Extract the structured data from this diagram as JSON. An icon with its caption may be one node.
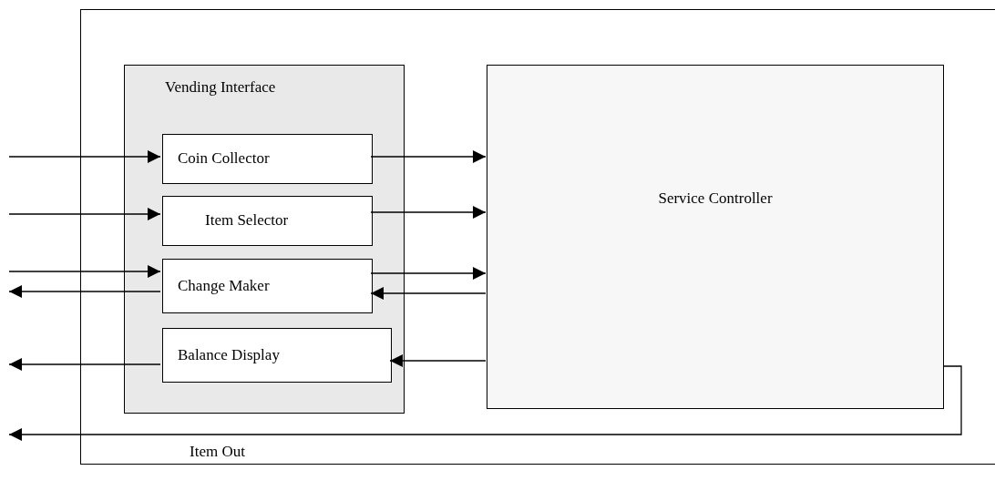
{
  "diagram": {
    "nodes": [
      {
        "text": [],
        "shape": "box"
      },
      {
        "text": [
          "Vending Interface"
        ],
        "in": 0
      },
      {
        "text": [
          "Coin Collector"
        ],
        "in": 1
      },
      {
        "text": [
          "Item Selector"
        ],
        "in": 1
      },
      {
        "text": [
          "Change Maker"
        ],
        "in": 1
      },
      {
        "text": [
          "Balance Display"
        ],
        "in": 1
      },
      {
        "text": [
          "Service Controller"
        ],
        "in": 0
      }
    ],
    "edges": [
      {
        "from": null,
        "to": 2,
        "arrow": "to"
      },
      {
        "from": null,
        "to": 3,
        "arrow": "to"
      },
      {
        "from": null,
        "to": 4,
        "arrow": "to"
      },
      {
        "from": 4,
        "to": null,
        "arrow": "to"
      },
      {
        "from": 5,
        "to": null,
        "arrow": "to"
      },
      {
        "from": 2,
        "to": 6,
        "arrow": "to"
      },
      {
        "from": 3,
        "to": 6,
        "arrow": "to"
      },
      {
        "from": 4,
        "to": 6,
        "arrow": "to"
      },
      {
        "from": 6,
        "to": 4,
        "arrow": "to"
      },
      {
        "from": 6,
        "to": 5,
        "arrow": "to"
      },
      {
        "from": 6,
        "to": null,
        "arrow": "to",
        "label": "Item Out"
      }
    ]
  }
}
